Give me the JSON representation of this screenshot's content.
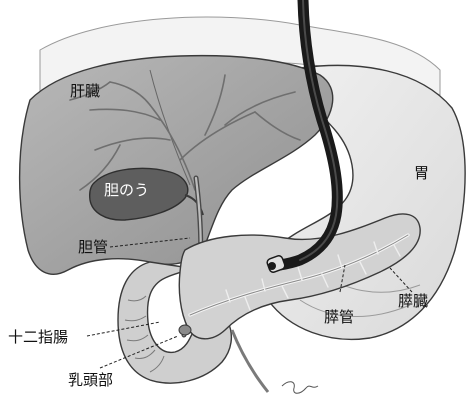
{
  "labels": {
    "liver": "肝臓",
    "gallbladder": "胆のう",
    "stomach": "胃",
    "bile_duct": "胆管",
    "pancreas": "膵臓",
    "pancreatic_duct": "膵管",
    "duodenum": "十二指腸",
    "papilla": "乳頭部"
  },
  "colors": {
    "background": "#ffffff",
    "liver": "#a9a9a9",
    "liver_shadow": "#8e8e8e",
    "gallbladder": "#5e5e5e",
    "stomach": "#e6e6e6",
    "pancreas": "#d2d2d2",
    "duodenum": "#cfcfcf",
    "vessels": "#6f6f6f",
    "endoscope": "#1a1a1a",
    "outline": "#3a3a3a"
  },
  "icons": {
    "endoscope": "endoscope-icon"
  }
}
